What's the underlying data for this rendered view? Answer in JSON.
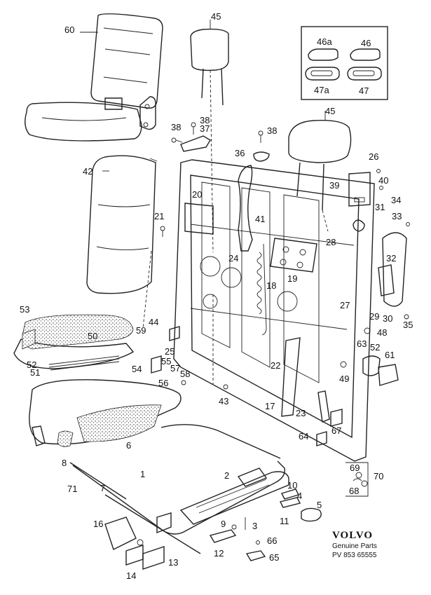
{
  "brand": {
    "logo": "VOLVO",
    "subtitle": "Genuine Parts",
    "document_number": "PV 853 65555"
  },
  "callouts": {
    "n45_top": "45",
    "n60": "60",
    "n46a": "46a",
    "n46": "46",
    "n47a": "47a",
    "n47": "47",
    "n45_mid": "45",
    "n38_a": "38",
    "n38_b": "38",
    "n37": "37",
    "n38_c": "38",
    "n36": "36",
    "n42": "42",
    "n26": "26",
    "n40": "40",
    "n39": "39",
    "n34": "34",
    "n31": "31",
    "n33": "33",
    "n20": "20",
    "n21": "21",
    "n41": "41",
    "n28": "28",
    "n32": "32",
    "n24": "24",
    "n19": "19",
    "n18": "18",
    "n27": "27",
    "n29": "29",
    "n30": "30",
    "n35": "35",
    "n53": "53",
    "n44": "44",
    "n59": "59",
    "n48": "48",
    "n50": "50",
    "n25": "25",
    "n63": "63",
    "n52": "52",
    "n61": "61",
    "n55": "55",
    "n22": "22",
    "n51": "51",
    "n54": "54",
    "n57": "57",
    "n58": "58",
    "n49": "49",
    "n56": "56",
    "n43": "43",
    "n17": "17",
    "n23": "23",
    "n6": "6",
    "n64": "64",
    "n67": "67",
    "n8": "8",
    "n1": "1",
    "n69": "69",
    "n70": "70",
    "n68": "68",
    "n71": "71",
    "n7": "7",
    "n2": "2",
    "n10": "10",
    "n4": "4",
    "n5": "5",
    "n11": "11",
    "n16": "16",
    "n9": "9",
    "n3": "3",
    "n66": "66",
    "n12": "12",
    "n13": "13",
    "n65": "65",
    "n14": "14"
  }
}
